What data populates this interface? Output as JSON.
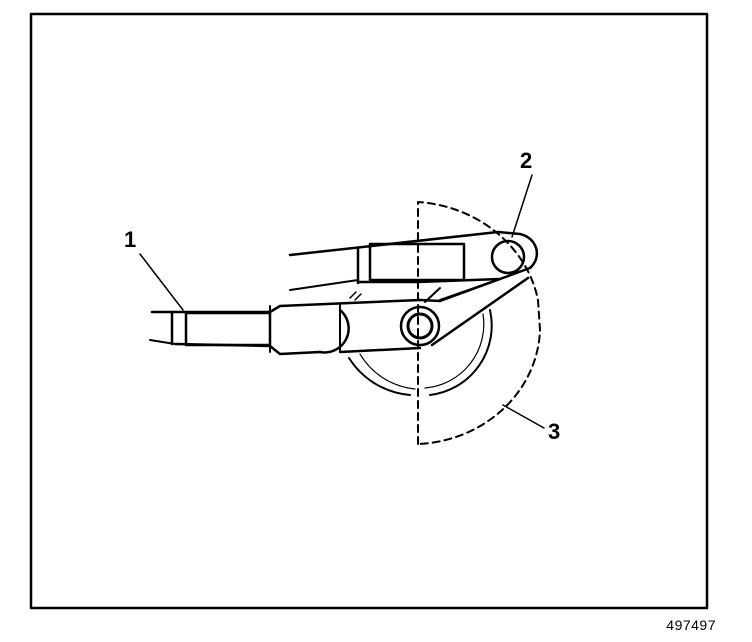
{
  "callouts": {
    "one": "1",
    "two": "2",
    "three": "3"
  },
  "figure_id": "497497",
  "colors": {
    "ink": "#000000",
    "paper": "#ffffff"
  }
}
